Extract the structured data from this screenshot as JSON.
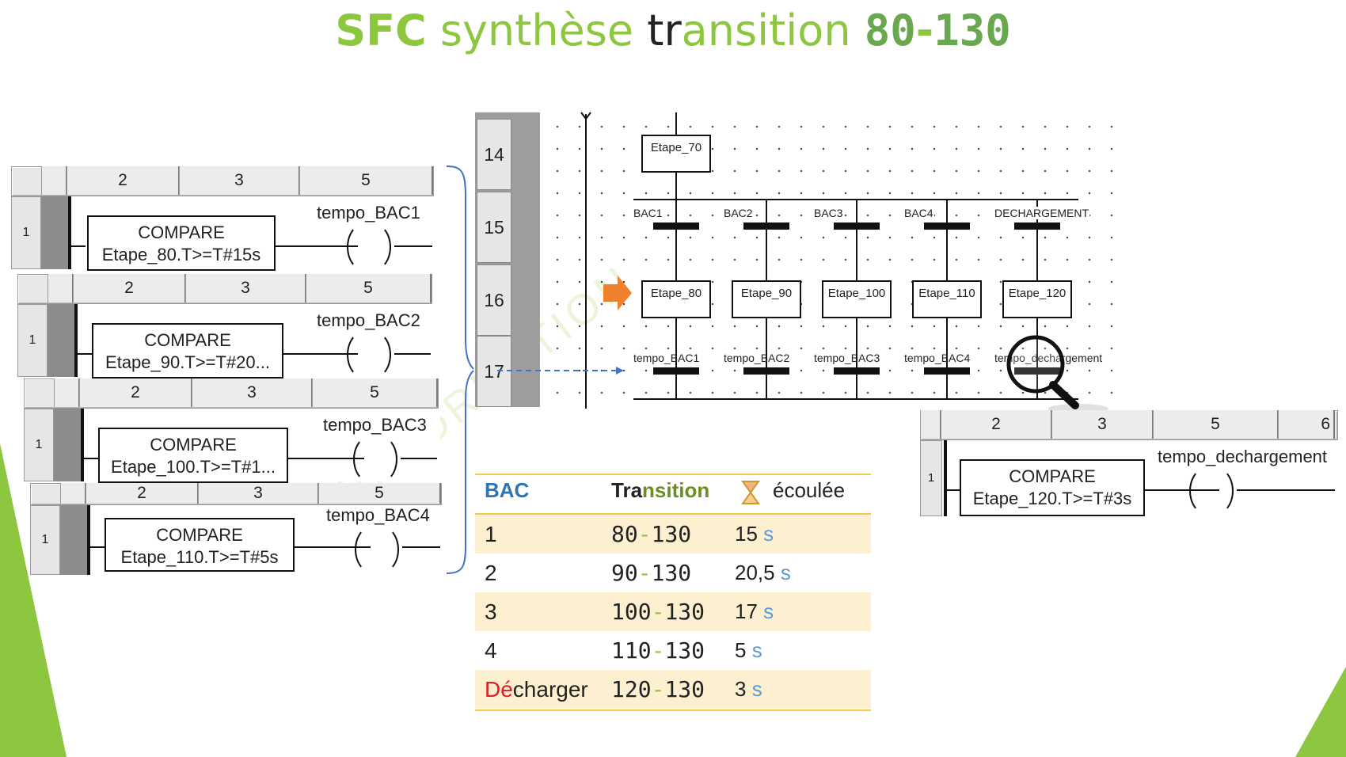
{
  "title": {
    "part1": "SFC",
    "part2": " synthèse ",
    "part3": "tr",
    "part4": "ansition ",
    "num1": "80",
    "dash": "-",
    "num2": "130"
  },
  "watermark": "AEI FORMATION",
  "ladder": [
    {
      "cols": [
        "2",
        "3",
        "5"
      ],
      "row": "1",
      "compare": "COMPARE",
      "expr": "Etape_80.T>=T#15s",
      "coil": "tempo_BAC1"
    },
    {
      "cols": [
        "2",
        "3",
        "5"
      ],
      "row": "1",
      "compare": "COMPARE",
      "expr": "Etape_90.T>=T#20...",
      "coil": "tempo_BAC2"
    },
    {
      "cols": [
        "2",
        "3",
        "5"
      ],
      "row": "1",
      "compare": "COMPARE",
      "expr": "Etape_100.T>=T#1...",
      "coil": "tempo_BAC3"
    },
    {
      "cols": [
        "2",
        "3",
        "5"
      ],
      "row": "1",
      "compare": "COMPARE",
      "expr": "Etape_110.T>=T#5s",
      "coil": "tempo_BAC4"
    }
  ],
  "ladder_right": {
    "cols": [
      "2",
      "3",
      "5",
      "6"
    ],
    "row": "1",
    "compare": "COMPARE",
    "expr": "Etape_120.T>=T#3s",
    "coil": "tempo_dechargement"
  },
  "grafcet": {
    "rows": [
      "14",
      "15",
      "16",
      "17"
    ],
    "top_step": "Etape_70",
    "branch_transitions": [
      "BAC1",
      "BAC2",
      "BAC3",
      "BAC4",
      "DECHARGEMENT"
    ],
    "steps": [
      "Etape_80",
      "Etape_90",
      "Etape_100",
      "Etape_110",
      "Etape_120"
    ],
    "exit_transitions": [
      "tempo_BAC1",
      "tempo_BAC2",
      "tempo_BAC3",
      "tempo_BAC4",
      "tempo_dechargement"
    ]
  },
  "table": {
    "headers": {
      "bac": "BAC",
      "transition_a": "Tra",
      "transition_b": "nsition",
      "icon": "hourglass-icon",
      "elapsed": "écoulée"
    },
    "rows": [
      {
        "bac": "1",
        "from": "80",
        "to": "130",
        "value": "15",
        "unit": "s"
      },
      {
        "bac": "2",
        "from": "90",
        "to": "130",
        "value": "20,5",
        "unit": "s"
      },
      {
        "bac": "3",
        "from": "100",
        "to": "130",
        "value": "17",
        "unit": "s"
      },
      {
        "bac": "4",
        "from": "110",
        "to": "130",
        "value": "5",
        "unit": "s"
      },
      {
        "bac_red": "Dé",
        "bac_rest": "charger",
        "from": "120",
        "to": "130",
        "value": "3",
        "unit": "s"
      }
    ],
    "dash": "-"
  },
  "colors": {
    "accent_green": "#8dc63f",
    "arrow_orange": "#f0812c",
    "link_blue": "#4472c4",
    "row_fill": "#fdf0d0"
  }
}
